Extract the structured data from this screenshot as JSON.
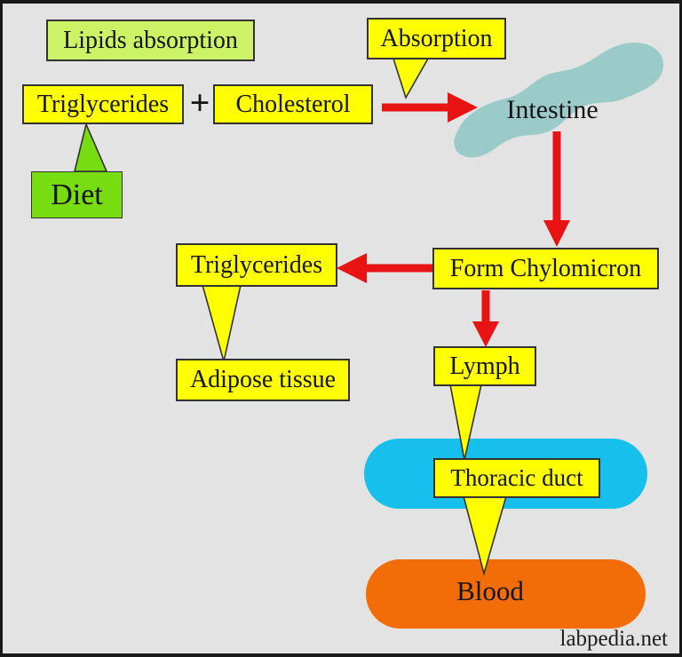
{
  "title": "Lipids absorption",
  "nodes": {
    "lipids_absorption": "Lipids absorption",
    "triglycerides_top": "Triglycerides",
    "plus": "+",
    "cholesterol": "Cholesterol",
    "absorption": "Absorption",
    "intestine": "Intestine",
    "diet": "Diet",
    "form_chylomicron": "Form Chylomicron",
    "triglycerides_mid": "Triglycerides",
    "adipose_tissue": "Adipose tissue",
    "lymph": "Lymph",
    "thoracic_duct": "Thoracic duct",
    "blood": "Blood"
  },
  "connections": [
    {
      "type": "arrow",
      "from": "Triglycerides + Cholesterol",
      "to": "Intestine"
    },
    {
      "type": "arrow",
      "from": "Intestine",
      "to": "Form Chylomicron"
    },
    {
      "type": "arrow",
      "from": "Form Chylomicron",
      "to": "Triglycerides"
    },
    {
      "type": "arrow",
      "from": "Form Chylomicron",
      "to": "Lymph"
    },
    {
      "type": "callout",
      "from": "Triglycerides",
      "to": "Diet"
    },
    {
      "type": "callout",
      "from": "Absorption",
      "to": "arrow Cholesterol-Intestine"
    },
    {
      "type": "callout",
      "from": "Triglycerides",
      "to": "Adipose tissue"
    },
    {
      "type": "callout",
      "from": "Lymph",
      "to": "Thoracic duct"
    },
    {
      "type": "callout",
      "from": "Thoracic duct",
      "to": "Blood"
    }
  ],
  "watermark": "labpedia.net",
  "colors": {
    "background": "#e3e3e3",
    "frame": "#1a1a1a",
    "yellow": "#ffff00",
    "light_green": "#ccf266",
    "green": "#77dd11",
    "red": "#e81414",
    "cyan": "#17c0ec",
    "orange": "#f26c07",
    "teal": "#9bcbc8",
    "border": "#333333",
    "text": "#141414"
  }
}
